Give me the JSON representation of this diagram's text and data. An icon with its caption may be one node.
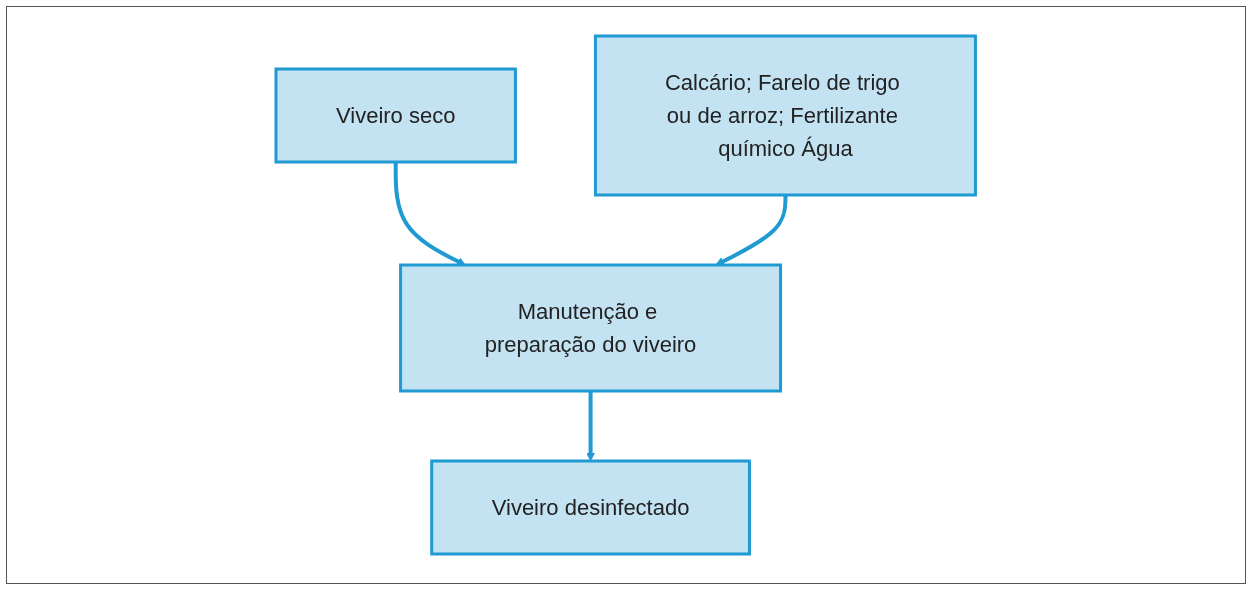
{
  "diagram": {
    "nodes": [
      {
        "text": [
          "Calcário; Farelo de trigo ou de arroz; Fertilizante químico Água"
        ]
      },
      {
        "text": [
          "Viveiro seco"
        ]
      },
      {
        "text": [
          "Manutenção e preparação do viveiro"
        ]
      },
      {
        "text": [
          "Viveiro desinfectado"
        ]
      }
    ],
    "edges": [
      {
        "from": 1,
        "to": 2,
        "arrow": "to"
      },
      {
        "from": 0,
        "to": 2,
        "arrow": "to"
      },
      {
        "from": 2,
        "to": 3,
        "arrow": "to"
      }
    ]
  }
}
